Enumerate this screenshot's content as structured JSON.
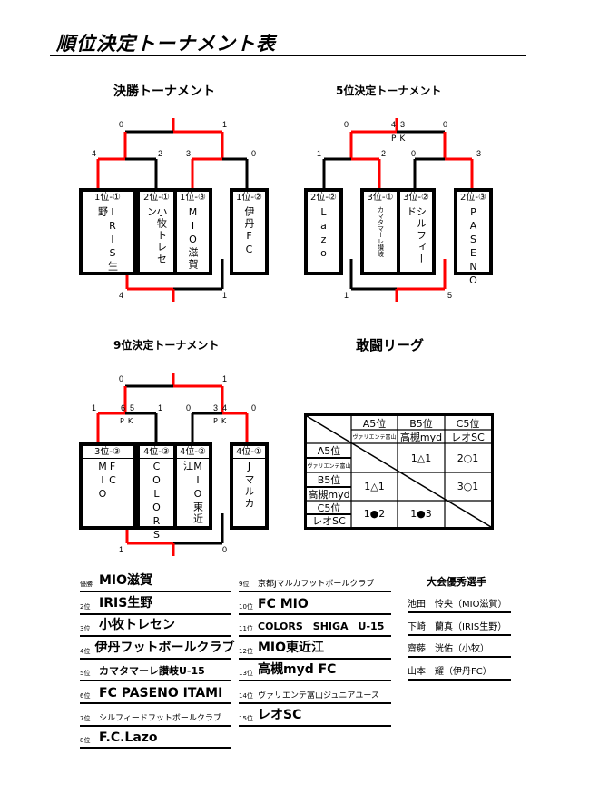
{
  "title": "順位決定トーナメント表",
  "final": {
    "heading": "決勝トーナメント",
    "teams": [
      {
        "seed": "1位-①",
        "name": "IRIS生野"
      },
      {
        "seed": "2位-①",
        "name": "小牧トレセン"
      },
      {
        "seed": "1位-③",
        "name": "MIO滋賀"
      },
      {
        "seed": "1位-②",
        "name": "伊丹FC"
      }
    ],
    "scores": {
      "final_l": "0",
      "final_r": "1",
      "sf1_l": "4",
      "sf1_r": "2",
      "sf2_l": "3",
      "sf2_r": "0",
      "third_l": "4",
      "third_r": "1"
    }
  },
  "fifth": {
    "heading": "5位決定トーナメント",
    "teams": [
      {
        "seed": "2位-②",
        "name": "Lazo"
      },
      {
        "seed": "3位-①",
        "name": "カマタマーレ讃岐"
      },
      {
        "seed": "3位-②",
        "name": "シルフィード"
      },
      {
        "seed": "2位-③",
        "name": "PASENO"
      }
    ],
    "scores": {
      "final_l": "0",
      "final_pk_l": "4",
      "final_pk_r": "3",
      "final_r": "0",
      "sf1_l": "1",
      "sf1_r": "2",
      "sf2_l": "0",
      "sf2_r": "3",
      "third_l": "1",
      "third_r": "5"
    },
    "pk": "PK"
  },
  "ninth": {
    "heading": "9位決定トーナメント",
    "teams": [
      {
        "seed": "3位-③",
        "name": "FC MIO"
      },
      {
        "seed": "4位-③",
        "name": "COLORS"
      },
      {
        "seed": "4位-②",
        "name": "MIO東近江"
      },
      {
        "seed": "4位-①",
        "name": "Jマルカ"
      }
    ],
    "scores": {
      "final_l": "0",
      "final_r": "1",
      "sf1_l": "1",
      "sf1_pk_l": "6",
      "sf1_pk_r": "5",
      "sf1_r": "1",
      "sf2_l": "0",
      "sf2_pk_l": "3",
      "sf2_pk_r": "4",
      "sf2_r": "0",
      "third_l": "1",
      "third_r": "0"
    },
    "pk": "PK"
  },
  "league": {
    "heading": "敢闘リーグ",
    "cols": [
      {
        "group": "A5位",
        "team": "ヴァリエンテ富山"
      },
      {
        "group": "B5位",
        "team": "高槻myd"
      },
      {
        "group": "C5位",
        "team": "レオSC"
      }
    ],
    "rows": [
      {
        "group": "A5位",
        "team": "ヴァリエンテ富山",
        "results": [
          "",
          "1△1",
          "2○1"
        ]
      },
      {
        "group": "B5位",
        "team": "高槻myd",
        "results": [
          "1△1",
          "",
          "3○1"
        ]
      },
      {
        "group": "C5位",
        "team": "レオSC",
        "results": [
          "1●2",
          "1●3",
          ""
        ]
      }
    ]
  },
  "standings": [
    {
      "rank": "優勝",
      "team": "MIO滋賀"
    },
    {
      "rank": "2位",
      "team": "IRIS生野"
    },
    {
      "rank": "3位",
      "team": "小牧トレセン"
    },
    {
      "rank": "4位",
      "team": "伊丹フットボールクラブ"
    },
    {
      "rank": "5位",
      "team": "カマタマーレ讃岐U-15"
    },
    {
      "rank": "6位",
      "team": "FC PASENO ITAMI"
    },
    {
      "rank": "7位",
      "team": "シルフィードフットボールクラブ"
    },
    {
      "rank": "8位",
      "team": "F.C.Lazo"
    },
    {
      "rank": "9位",
      "team": "京都Jマルカフットボールクラブ"
    },
    {
      "rank": "10位",
      "team": "FC MIO"
    },
    {
      "rank": "11位",
      "team": "COLORS　SHIGA　U-15"
    },
    {
      "rank": "12位",
      "team": "MIO東近江"
    },
    {
      "rank": "13位",
      "team": "高槻myd FC"
    },
    {
      "rank": "14位",
      "team": "ヴァリエンテ富山ジュニアユース"
    },
    {
      "rank": "15位",
      "team": "レオSC"
    }
  ],
  "mvp": {
    "heading": "大会優秀選手",
    "players": [
      "池田　怜央（MIO滋賀）",
      "下崎　蘭真（IRIS生野）",
      "齋藤　洸佑（小牧）",
      "山本　耀（伊丹FC）"
    ]
  }
}
